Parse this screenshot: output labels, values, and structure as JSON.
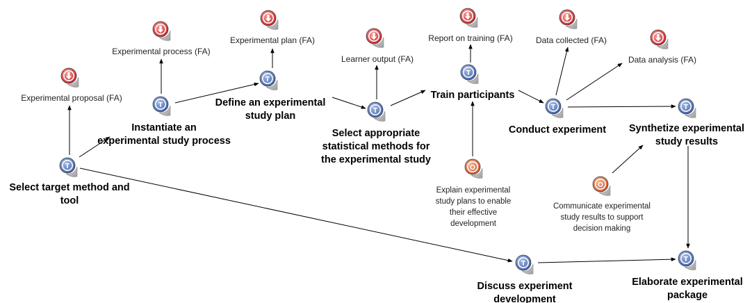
{
  "nodes": {
    "select_target": {
      "kind": "task",
      "glyph": "T",
      "label": [
        "Select target method and",
        "tool"
      ]
    },
    "instantiate": {
      "kind": "task",
      "glyph": "T",
      "label": [
        "Instantiate an",
        "experimental study process"
      ]
    },
    "define_plan": {
      "kind": "task",
      "glyph": "T",
      "label": [
        "Define an experimental",
        "study plan"
      ]
    },
    "select_stats": {
      "kind": "task",
      "glyph": "T",
      "label": [
        "Select appropriate",
        "statistical methods for",
        "the experimental study"
      ]
    },
    "train": {
      "kind": "task",
      "glyph": "T",
      "label": [
        "Train participants"
      ]
    },
    "conduct": {
      "kind": "task",
      "glyph": "T",
      "label": [
        "Conduct experiment"
      ]
    },
    "synthetize": {
      "kind": "task",
      "glyph": "T",
      "label": [
        "Synthetize experimental",
        "study results"
      ]
    },
    "discuss": {
      "kind": "task",
      "glyph": "T",
      "label": [
        "Discuss experiment",
        "development"
      ]
    },
    "elaborate": {
      "kind": "task",
      "glyph": "T",
      "label": [
        "Elaborate experimental",
        "package"
      ]
    },
    "objective_explain": {
      "kind": "objective",
      "glyph": "O",
      "label": [
        "Explain experimental",
        "study plans to enable",
        "their effective",
        "development"
      ]
    },
    "objective_communicate": {
      "kind": "objective",
      "glyph": "O",
      "label": [
        "Communicate experimental",
        "study results to support",
        "decision making"
      ]
    },
    "out_proposal": {
      "kind": "output",
      "label": [
        "Experimental proposal (FA)"
      ]
    },
    "out_process": {
      "kind": "output",
      "label": [
        "Experimental process (FA)"
      ]
    },
    "out_plan": {
      "kind": "output",
      "label": [
        "Experimental plan (FA)"
      ]
    },
    "out_learner": {
      "kind": "output",
      "label": [
        "Learner output (FA)"
      ]
    },
    "out_training": {
      "kind": "output",
      "label": [
        "Report on training (FA)"
      ]
    },
    "out_collected": {
      "kind": "output",
      "label": [
        "Data collected (FA)"
      ]
    },
    "out_analysis": {
      "kind": "output",
      "label": [
        "Data analysis (FA)"
      ]
    }
  },
  "edges": [
    [
      "select_target",
      "out_proposal"
    ],
    [
      "select_target",
      "instantiate"
    ],
    [
      "select_target",
      "discuss"
    ],
    [
      "instantiate",
      "out_process"
    ],
    [
      "instantiate",
      "define_plan"
    ],
    [
      "define_plan",
      "out_plan"
    ],
    [
      "define_plan",
      "select_stats"
    ],
    [
      "select_stats",
      "out_learner"
    ],
    [
      "select_stats",
      "train"
    ],
    [
      "train",
      "out_training"
    ],
    [
      "train",
      "conduct"
    ],
    [
      "objective_explain",
      "train"
    ],
    [
      "conduct",
      "out_collected"
    ],
    [
      "conduct",
      "out_analysis"
    ],
    [
      "conduct",
      "synthetize"
    ],
    [
      "objective_communicate",
      "synthetize"
    ],
    [
      "synthetize",
      "elaborate"
    ],
    [
      "discuss",
      "elaborate"
    ]
  ],
  "colors": {
    "task": "#3d5fa8",
    "task_light": "#a7bde6",
    "objective": "#c8562c",
    "objective_light": "#f4b08c",
    "output": "#c8222a",
    "output_light": "#f59a94"
  },
  "icons": {
    "task": "task-icon",
    "objective": "objective-icon",
    "output": "output-down-arrow-icon"
  }
}
